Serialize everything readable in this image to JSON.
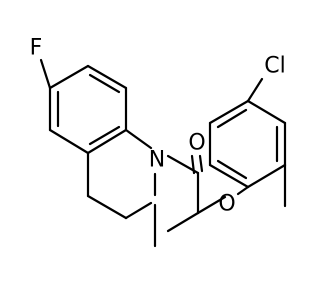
{
  "atoms": {
    "fluorine": "F",
    "nitrogen": "N",
    "carbonyl_oxygen": "O",
    "ether_oxygen": "O",
    "chlorine": "Cl"
  }
}
